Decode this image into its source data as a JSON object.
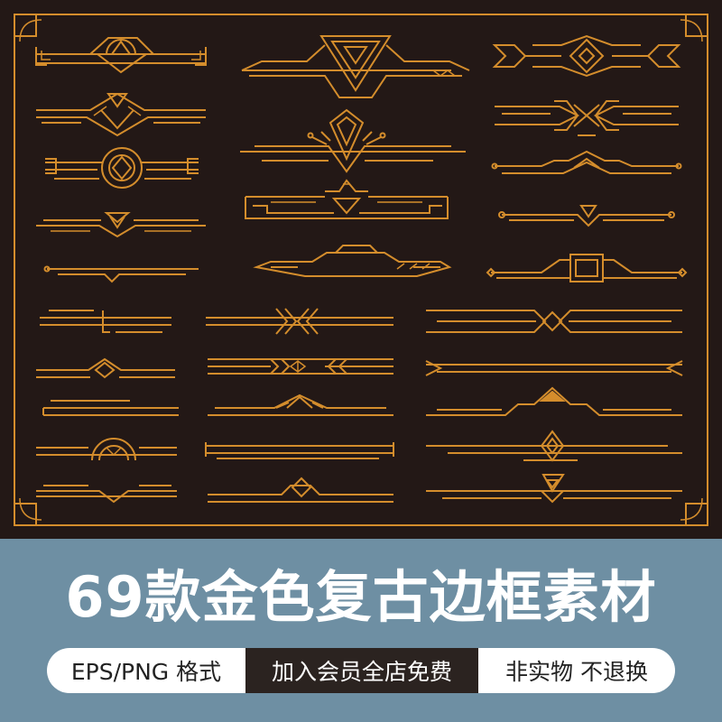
{
  "headline": "69款金色复古边框素材",
  "tags": {
    "format": "EPS/PNG 格式",
    "membership": "加入会员全店免费",
    "notice": "非实物 不退换"
  },
  "colors": {
    "background": "#231816",
    "gold": "#d48d2c",
    "band": "#6e8fa3",
    "text_light": "#ffffff",
    "tag_dark": "#2b2320"
  }
}
